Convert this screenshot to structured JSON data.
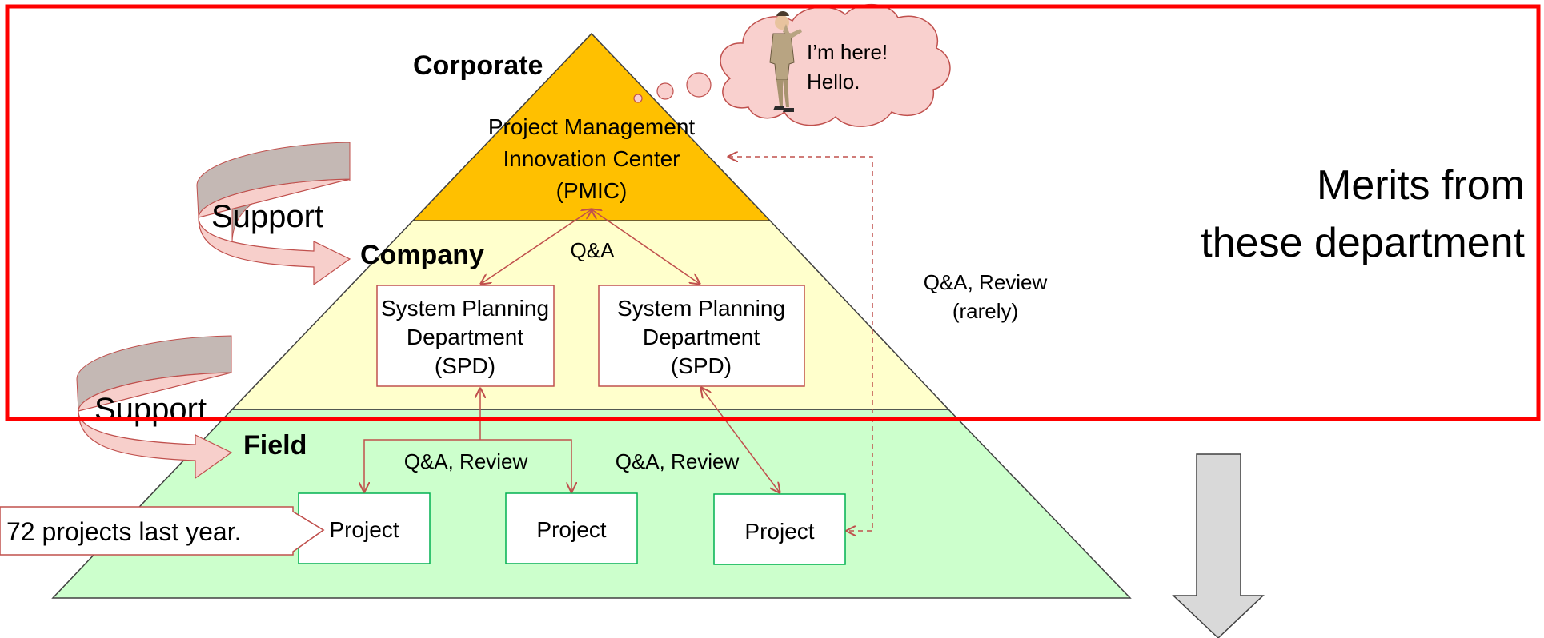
{
  "colors": {
    "corporate_fill": "#FFC000",
    "company_fill": "#FFFFCC",
    "field_fill": "#CCFFCC",
    "highlight_frame": "#FF0000",
    "connector": "#C0504D",
    "project_border": "#00B050",
    "spd_border": "#C0504D",
    "support_arrow_fill": "#F7CFCB",
    "support_arrow_shadow": "#B8A8A4",
    "cloud_fill": "#F9D0CE",
    "down_arrow_fill": "#D9D9D9"
  },
  "levels": {
    "corporate": "Corporate",
    "company": "Company",
    "field": "Field"
  },
  "pmic": {
    "line1": "Project Management",
    "line2": "Innovation Center",
    "line3": "(PMIC)"
  },
  "spd_left": {
    "line1": "System Planning",
    "line2": "Department",
    "line3": "(SPD)"
  },
  "spd_right": {
    "line1": "System Planning",
    "line2": "Department",
    "line3": "(SPD)"
  },
  "projects": [
    "Project",
    "Project",
    "Project"
  ],
  "labels": {
    "qa_top": "Q&A",
    "qa_review_left": "Q&A, Review",
    "qa_review_right": "Q&A, Review",
    "qa_review_rarely_1": "Q&A, Review",
    "qa_review_rarely_2": "(rarely)",
    "support_1": "Support",
    "support_2": "Support"
  },
  "callout": {
    "text": "72 projects last year."
  },
  "thought": {
    "line1": "I’m here!",
    "line2": "Hello."
  },
  "merits": {
    "line1": "Merits from",
    "line2": "these department"
  },
  "icons": [
    "person-icon",
    "support-arrow-icon",
    "down-arrow-icon",
    "thought-cloud-icon"
  ]
}
